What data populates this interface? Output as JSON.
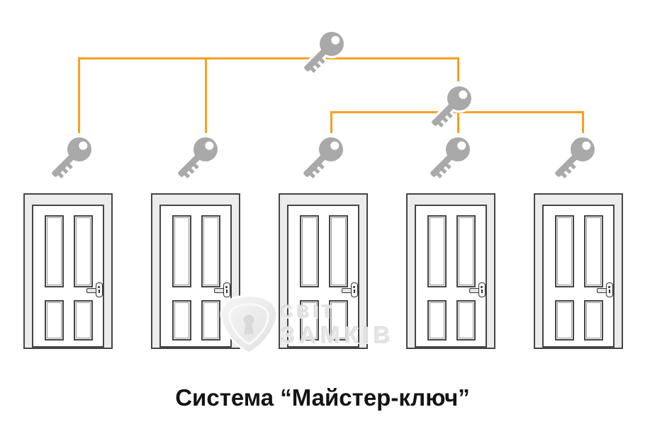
{
  "caption": "Система “Майстер-ключ”",
  "watermark": {
    "line1": "СВІТ",
    "line2": "ЗАМКІВ"
  },
  "icons": {
    "master_key": "key-icon",
    "submaster_key": "key-icon",
    "door_key": "key-icon",
    "logo": "shield-keyhole-icon"
  },
  "diagram": {
    "type": "tree",
    "root": "master-key",
    "root_children": [
      "key-1",
      "key-2",
      "submaster-key"
    ],
    "submaster_children": [
      "key-3",
      "key-4",
      "key-5"
    ],
    "keys_count": 5,
    "doors_count": 5
  },
  "colors": {
    "connector_orange": "#F8A01E",
    "key_gray": "#A9A9A9",
    "door_frame_gray": "#ECECEC",
    "door_outline": "#454545",
    "watermark_gray": "#E4E4E4",
    "caption_text": "#141414",
    "background": "#FFFFFF"
  }
}
